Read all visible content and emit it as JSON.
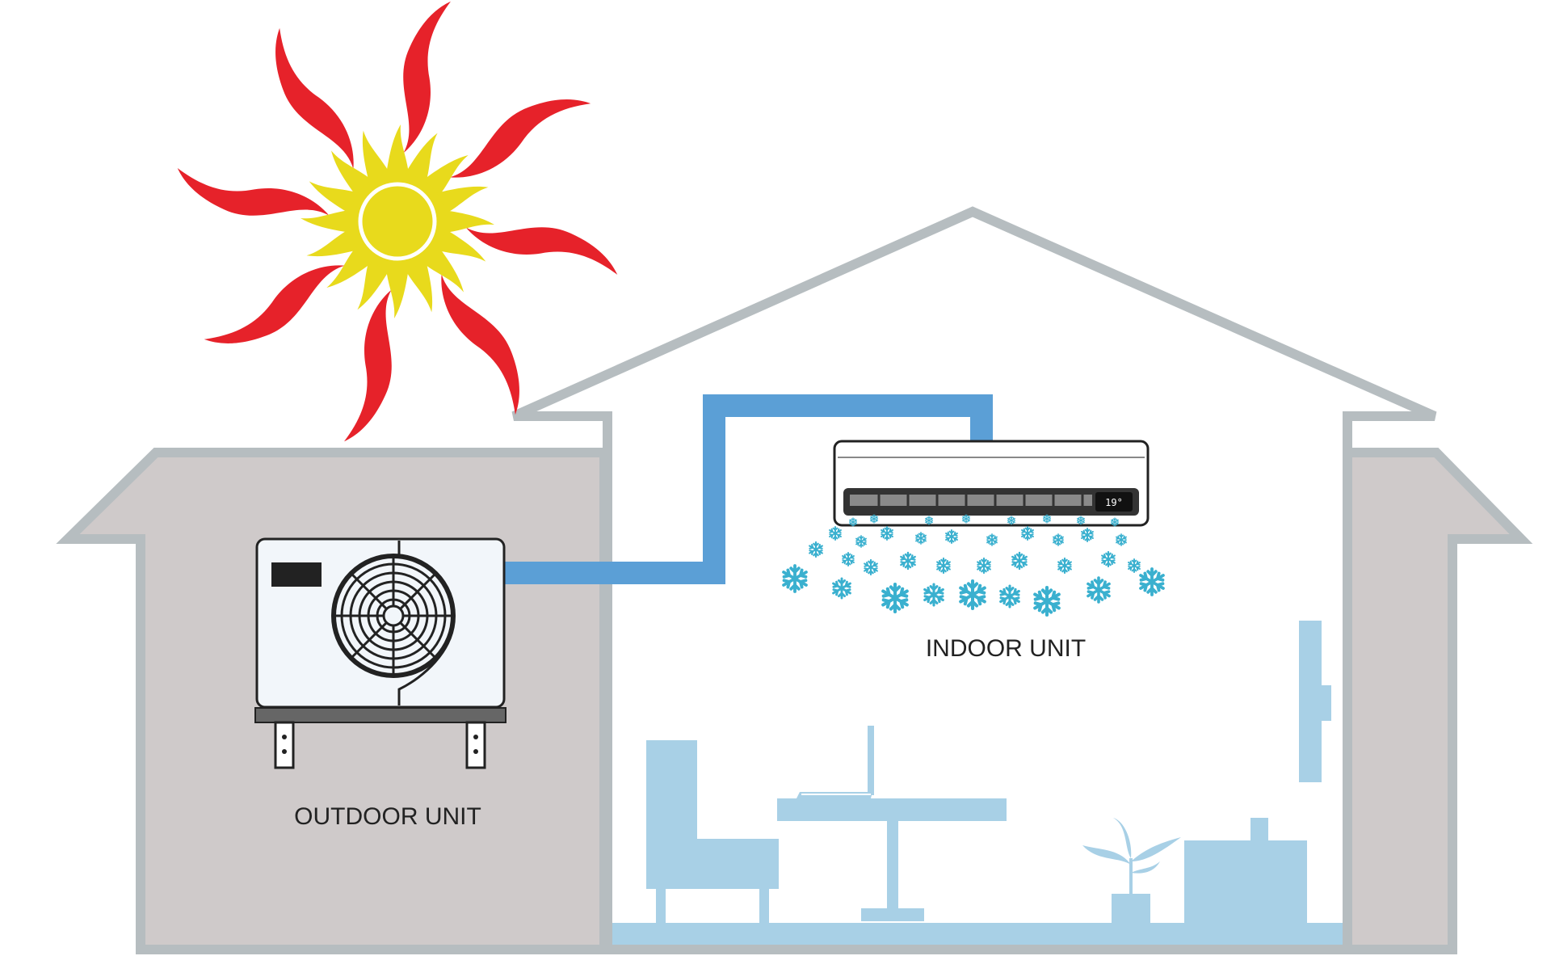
{
  "labels": {
    "outdoor_unit": "OUTDOOR UNIT",
    "indoor_unit": "INDOOR UNIT",
    "ac_display": "19°"
  },
  "colors": {
    "wall_outline": "#b6bdc0",
    "annex_fill": "#cfcaca",
    "refrigerant_pipe": "#5b9fd6",
    "furniture": "#a8d0e6",
    "snowflake": "#3ab0cf",
    "sun_core": "#e8da1c",
    "sun_flare": "#e6222a",
    "unit_body": "#f2f6fa",
    "unit_outline": "#222222"
  },
  "icons": [
    "sun-icon",
    "snowflake-icon",
    "fan-icon",
    "plant-icon",
    "chair-icon",
    "table-icon",
    "laptop-icon",
    "cabinet-icon"
  ]
}
